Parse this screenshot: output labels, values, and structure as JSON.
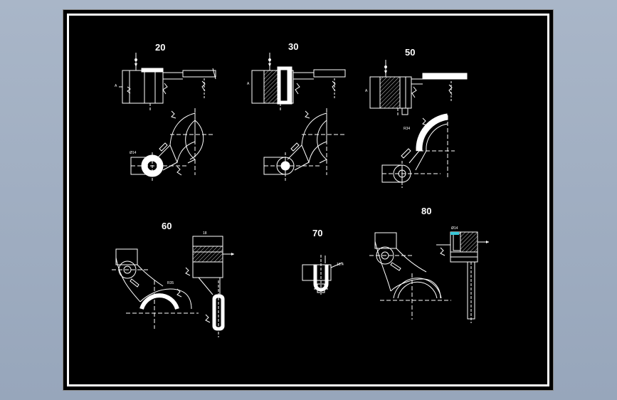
{
  "drawing": {
    "operations": [
      {
        "id": "op20",
        "number": "20"
      },
      {
        "id": "op30",
        "number": "30"
      },
      {
        "id": "op50",
        "number": "50"
      },
      {
        "id": "op60",
        "number": "60"
      },
      {
        "id": "op70",
        "number": "70"
      },
      {
        "id": "op80",
        "number": "80"
      }
    ]
  },
  "colors": {
    "background": "#000000",
    "line": "#ffffff",
    "accent": "#38c8d8",
    "frame": "#ffffff"
  }
}
